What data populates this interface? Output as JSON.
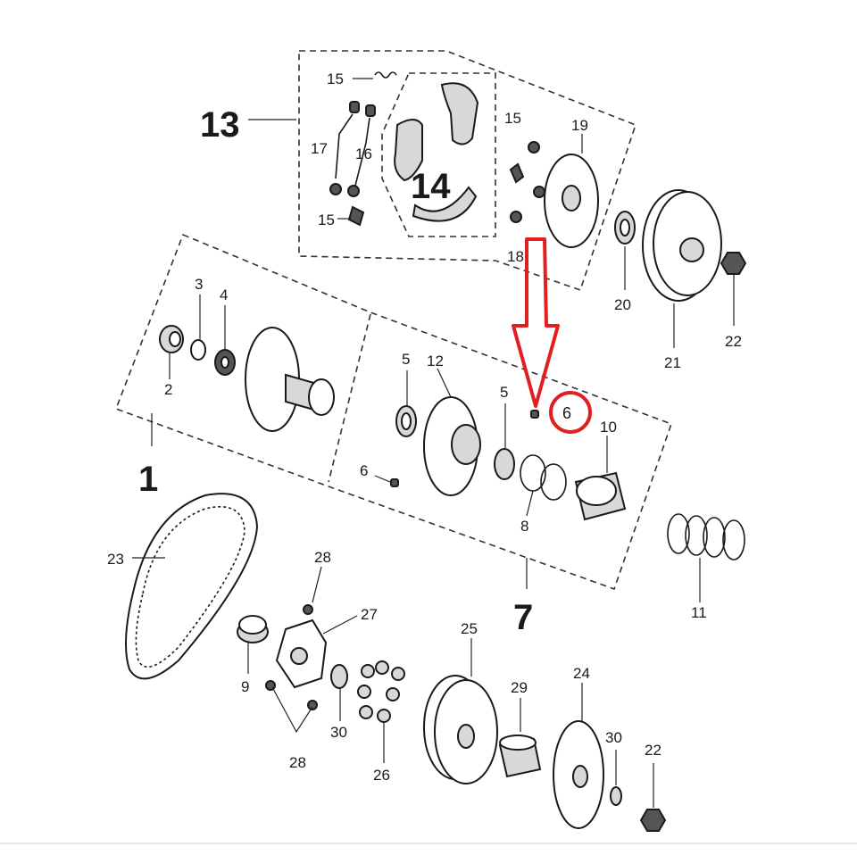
{
  "labels": {
    "l1": "1",
    "l2": "2",
    "l3": "3",
    "l4": "4",
    "l5a": "5",
    "l5b": "5",
    "l6a": "6",
    "l6b": "6",
    "l7": "7",
    "l8": "8",
    "l9": "9",
    "l10": "10",
    "l11": "11",
    "l12": "12",
    "l13": "13",
    "l14": "14",
    "l15a": "15",
    "l15b": "15",
    "l15c": "15",
    "l16": "16",
    "l17": "17",
    "l18": "18",
    "l19": "19",
    "l20": "20",
    "l21": "21",
    "l22a": "22",
    "l22b": "22",
    "l23": "23",
    "l24": "24",
    "l25": "25",
    "l26": "26",
    "l27": "27",
    "l28a": "28",
    "l28b": "28",
    "l29": "29",
    "l30a": "30",
    "l30b": "30"
  },
  "highlight": {
    "arrow_color": "#e02020",
    "circle_color": "#e02020",
    "highlighted_part": "6"
  }
}
